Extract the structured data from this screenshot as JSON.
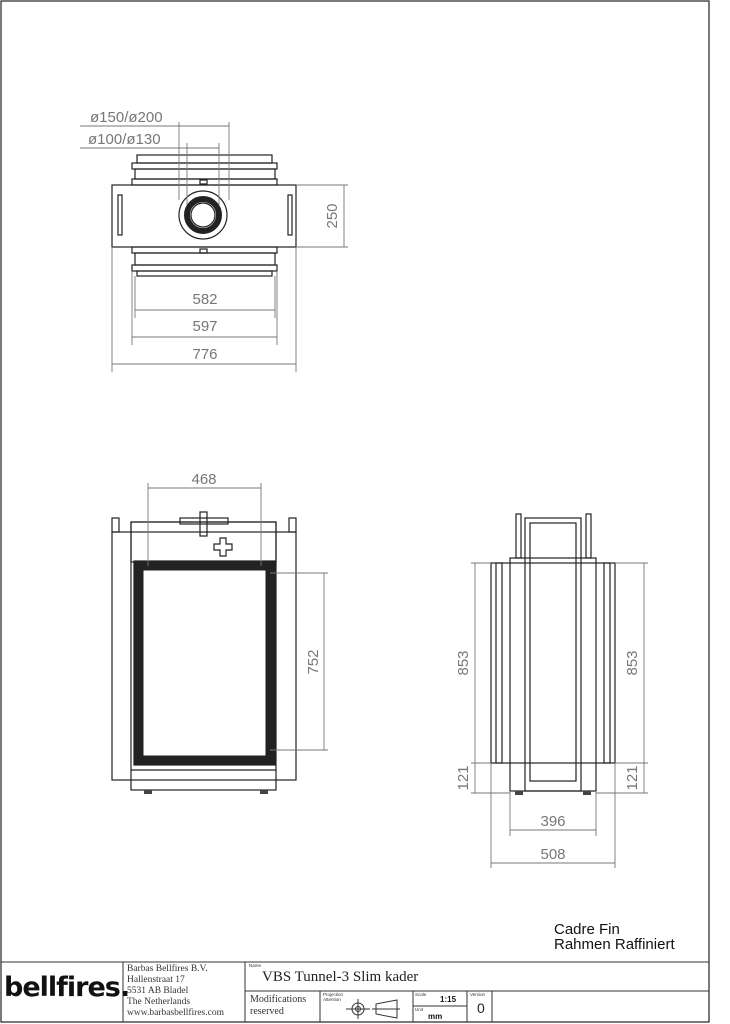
{
  "top_view": {
    "flue_outer": "ø150/ø200",
    "flue_inner": "ø100/ø130",
    "depth": "250",
    "width_inner": "582",
    "width_mid": "597",
    "width_total": "776"
  },
  "front_view": {
    "glass_width": "468",
    "glass_height": "752"
  },
  "side_view": {
    "height_left": "853",
    "base_left": "121",
    "height_right": "853",
    "base_right": "121",
    "inner_depth": "396",
    "total_depth": "508"
  },
  "notes": {
    "line1": "Cadre Fin",
    "line2": "Rahmen Raffiniert"
  },
  "title_block": {
    "logo": "bellfires.",
    "company": [
      "Barbas Bellfires B.V.",
      "Hallenstraat 17",
      "5531 AB Bladel",
      "The Netherlands",
      "www.barbasbellfires.com"
    ],
    "name_label": "Name",
    "name": "VBS Tunnel-3 Slim kader",
    "modifications": "Modifications",
    "reserved": "reserved",
    "projection_label": "Projection Attention",
    "scale_label": "Scale",
    "scale": "1:15",
    "unit_label": "Unit",
    "unit": "mm",
    "version_label": "Version",
    "version": "0"
  }
}
